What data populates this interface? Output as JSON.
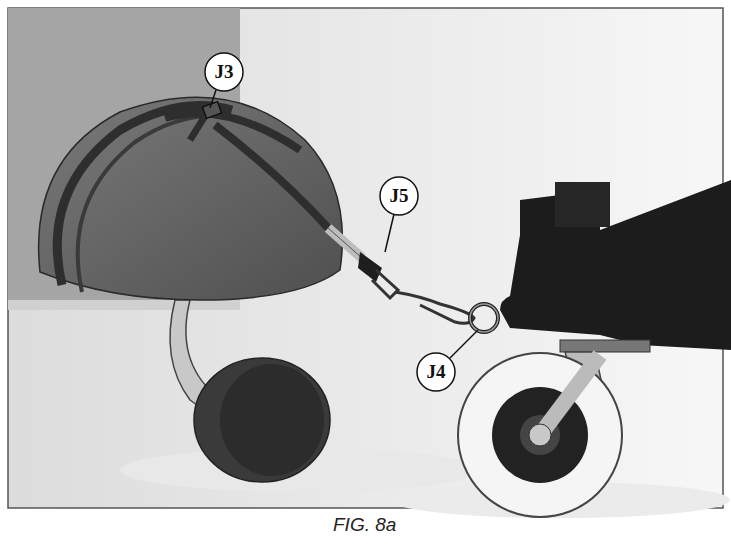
{
  "diagram": {
    "caption": "FIG. 8a",
    "labels": [
      "J3",
      "J5",
      "J4"
    ]
  }
}
